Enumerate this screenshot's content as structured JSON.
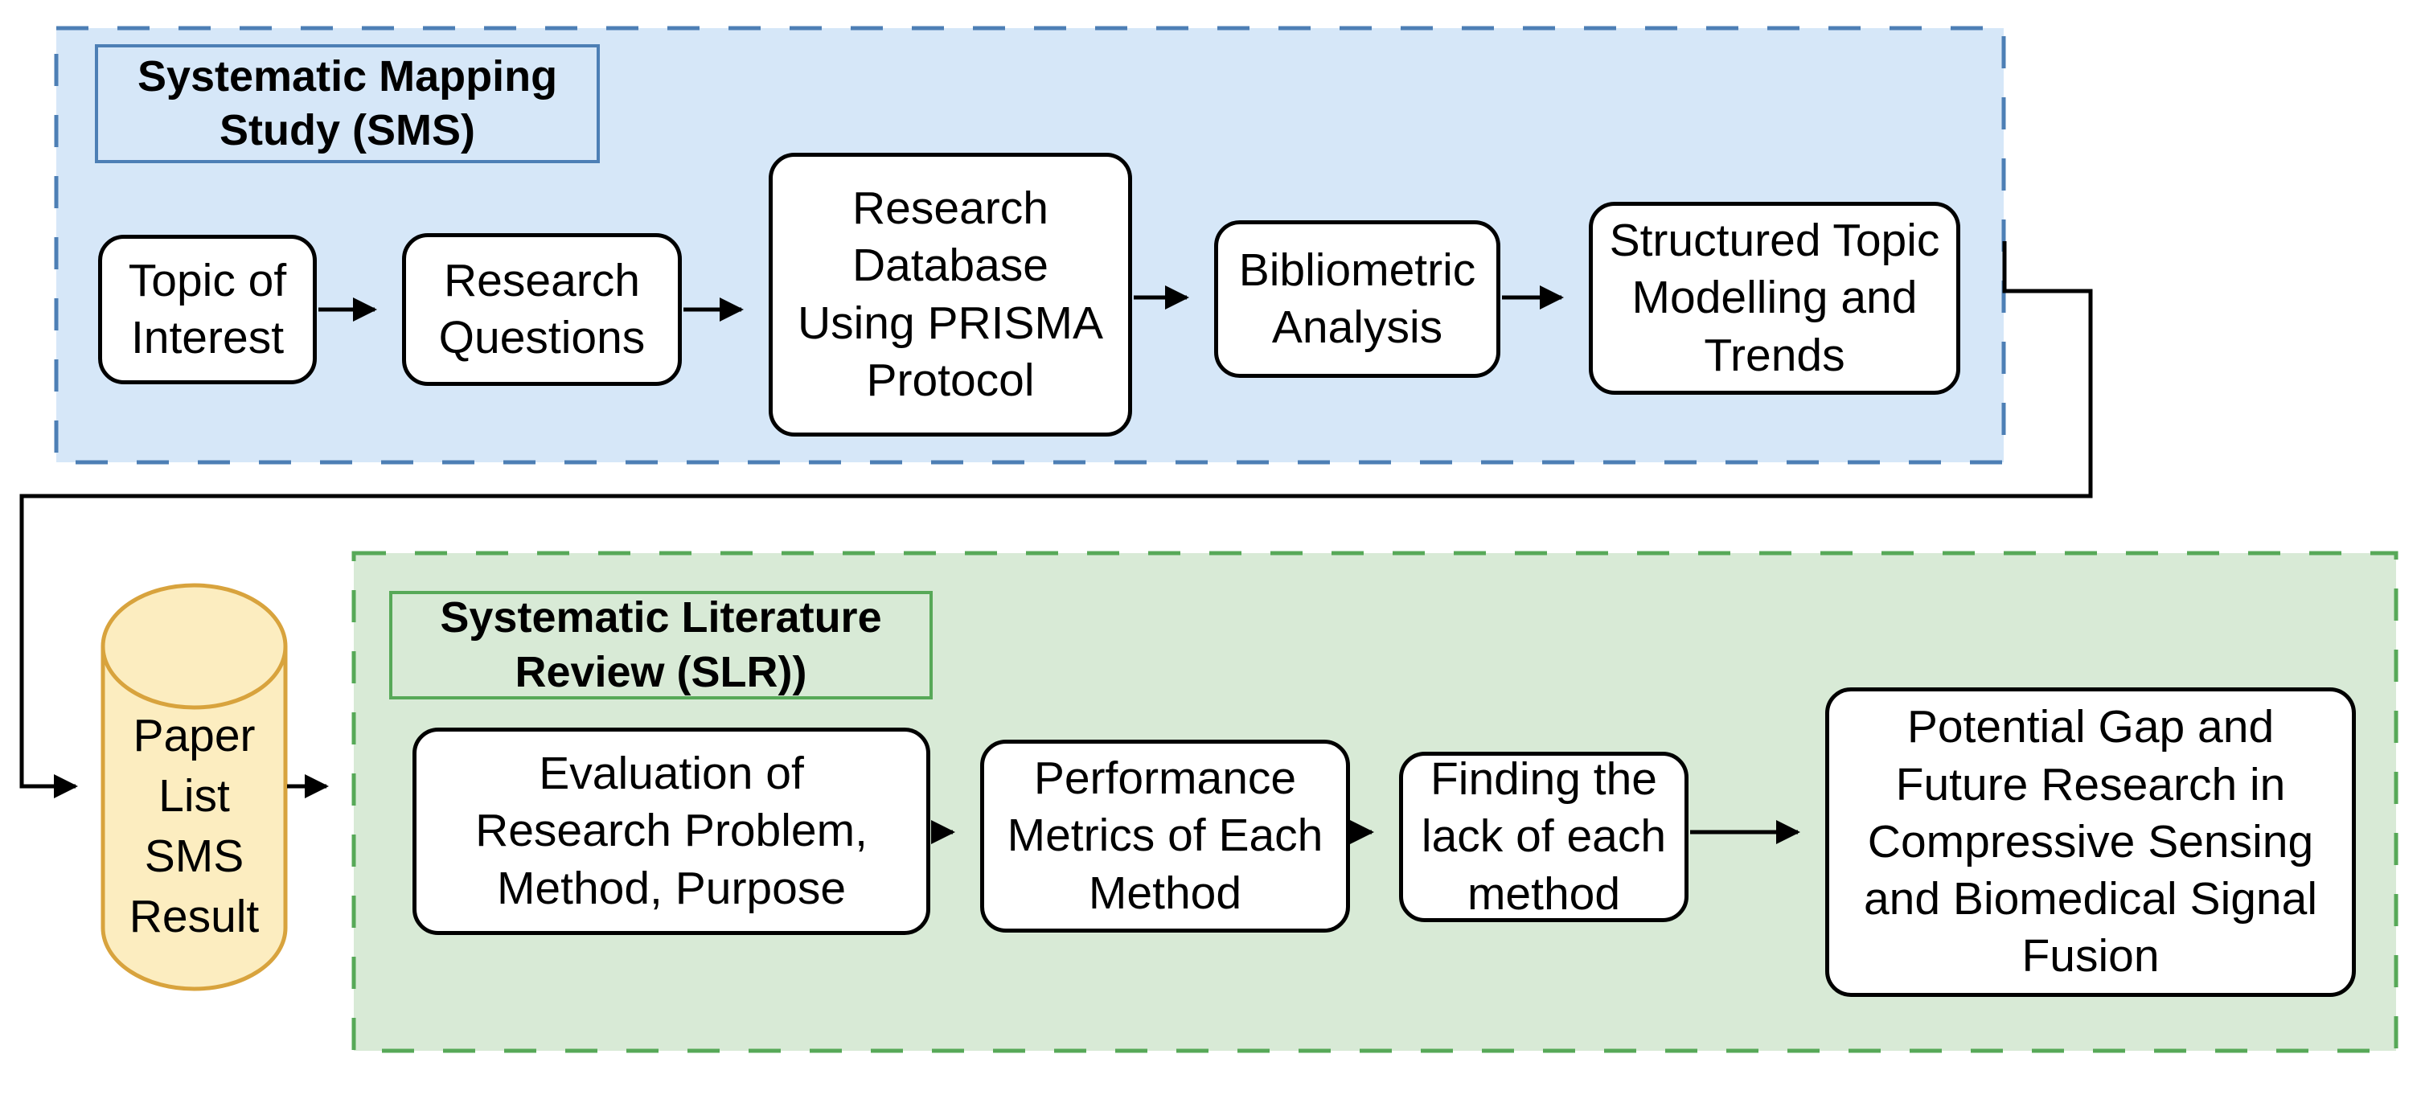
{
  "theme": {
    "blue_fill": "#d6e7f8",
    "blue_stroke": "#4d7fb5",
    "green_fill": "#d8ead6",
    "green_stroke": "#57a958",
    "cylinder_fill": "#fcedc0",
    "cylinder_stroke": "#d8a33d",
    "box_fill": "#ffffff",
    "box_stroke": "#000000",
    "line_color": "#000000",
    "text_color": "#000000"
  },
  "sms_section": {
    "title": "Systematic Mapping\nStudy (SMS)",
    "steps": [
      {
        "label": "Topic of\nInterest"
      },
      {
        "label": "Research\nQuestions"
      },
      {
        "label": "Research\nDatabase\nUsing PRISMA\nProtocol"
      },
      {
        "label": "Bibliometric\nAnalysis"
      },
      {
        "label": "Structured Topic\nModelling and\nTrends"
      }
    ]
  },
  "datastore": {
    "label": "Paper\nList\nSMS\nResult"
  },
  "slr_section": {
    "title": "Systematic Literature\nReview (SLR))",
    "steps": [
      {
        "label": "Evaluation of\nResearch Problem,\nMethod, Purpose"
      },
      {
        "label": "Performance\nMetrics of Each\nMethod"
      },
      {
        "label": "Finding the\nlack of each\nmethod"
      },
      {
        "label": "Potential Gap and\nFuture Research in\nCompressive Sensing\nand Biomedical Signal\nFusion"
      }
    ]
  }
}
